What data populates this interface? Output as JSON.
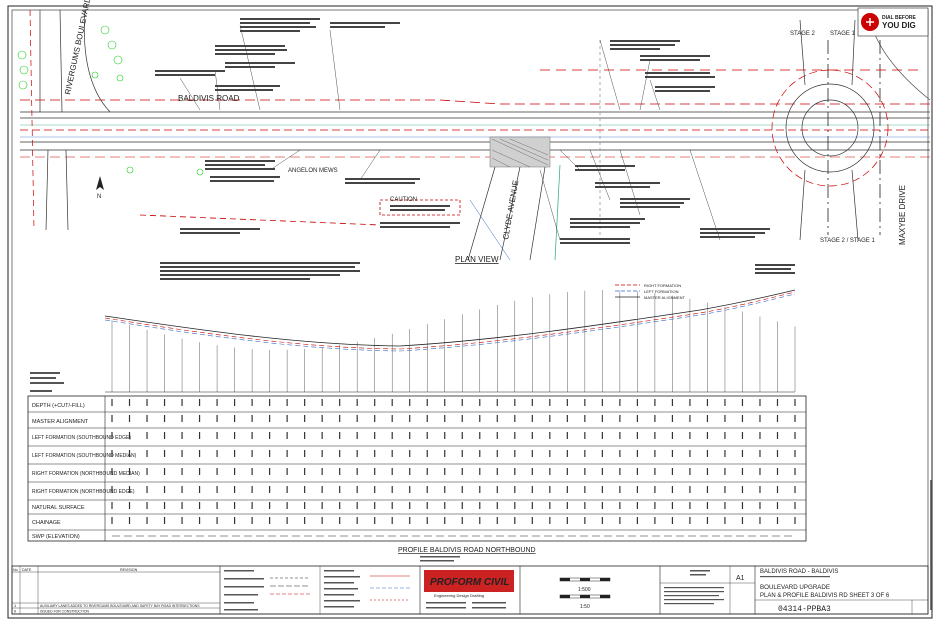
{
  "plan": {
    "roads": {
      "riverlands": "RIVERGUMS BOULEVARD",
      "baldivis": "BALDIVIS ROAD",
      "clyde": "CLYDE AVENUE",
      "maxybe": "MAXYBE DRIVE",
      "angelon": "ANGELON MEWS"
    },
    "view_title": "PLAN VIEW",
    "stages": [
      "STAGE 2",
      "STAGE 1",
      "STAGE 2 / STAGE 1"
    ],
    "caution": "CAUTION"
  },
  "profile": {
    "title": "PROFILE BALDIVIS ROAD NORTHBOUND",
    "row_labels": [
      "DEPTH (+CUT/-FILL)",
      "MASTER ALIGNMENT",
      "LEFT FORMATION (SOUTHBOUND EDGE)",
      "LEFT FORMATION (SOUTHBOUND MEDIAN)",
      "RIGHT FORMATION (NORTHBOUND MEDIAN)",
      "RIGHT FORMATION (NORTHBOUND EDGE)",
      "NATURAL SURFACE",
      "CHAINAGE",
      "SWP (ELEVATION)"
    ],
    "legend": [
      "RIGHT FORMATION",
      "LEFT FORMATION",
      "MASTER ALIGNMENT"
    ]
  },
  "title_block": {
    "company": "PROFORM CIVIL",
    "tagline": "Engineering Design Drafting",
    "project_line1": "BALDIVIS ROAD - BALDIVIS",
    "project_line2": "BOULEVARD UPGRADE",
    "project_line3": "PLAN & PROFILE BALDIVIS RD SHEET 3 OF 6",
    "drawing_no": "04314-PPBA3",
    "size": "A1",
    "scale1": "1:500",
    "scale2": "1:50",
    "revisions_header": [
      "No",
      "DATE",
      "REVISION"
    ],
    "revisions": [
      {
        "no": "1",
        "text": "AUXILIARY LANES ADDED TO RIVERGUMS BOULEVARD AND SAFETY BAY ROAD INTERSECTIONS"
      },
      {
        "no": "0",
        "text": "ISSUED FOR CONSTRUCTION"
      }
    ]
  },
  "logo": {
    "line1": "DIAL BEFORE",
    "line2": "YOU DIG"
  }
}
